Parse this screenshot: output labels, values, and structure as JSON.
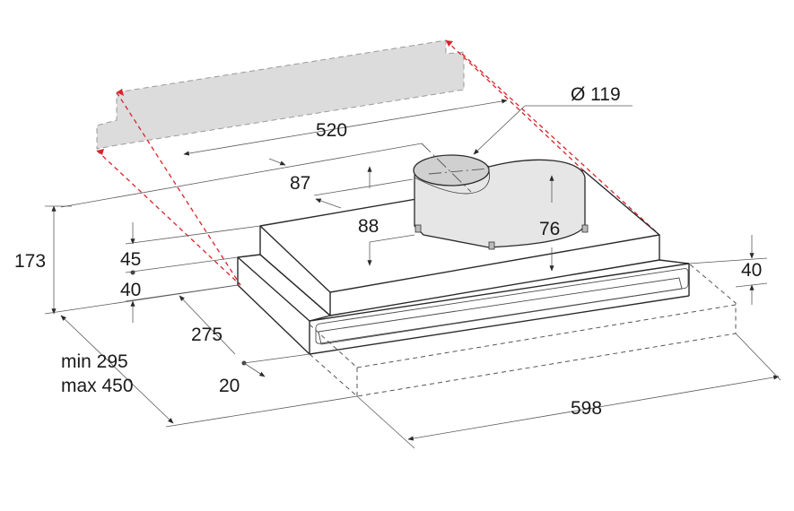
{
  "dimensions": {
    "d_bracket_width": "520",
    "d_duct_diameter": "Ø 119",
    "d_duct_offset": "87",
    "d_top_height": "88",
    "d_duct_height": "76",
    "d_total_height": "173",
    "d_top_step": "45",
    "d_front_step": "40",
    "d_depth_275": "275",
    "d_depth_min": "min 295",
    "d_depth_max": "max 450",
    "d_front_20": "20",
    "d_right_40": "40",
    "d_width_598": "598"
  },
  "colors": {
    "line": "#2a2a2a",
    "accent_red": "#d9232a",
    "bracket_fill": "#dcdcdc",
    "duct_fill": "#e6e6e6"
  }
}
